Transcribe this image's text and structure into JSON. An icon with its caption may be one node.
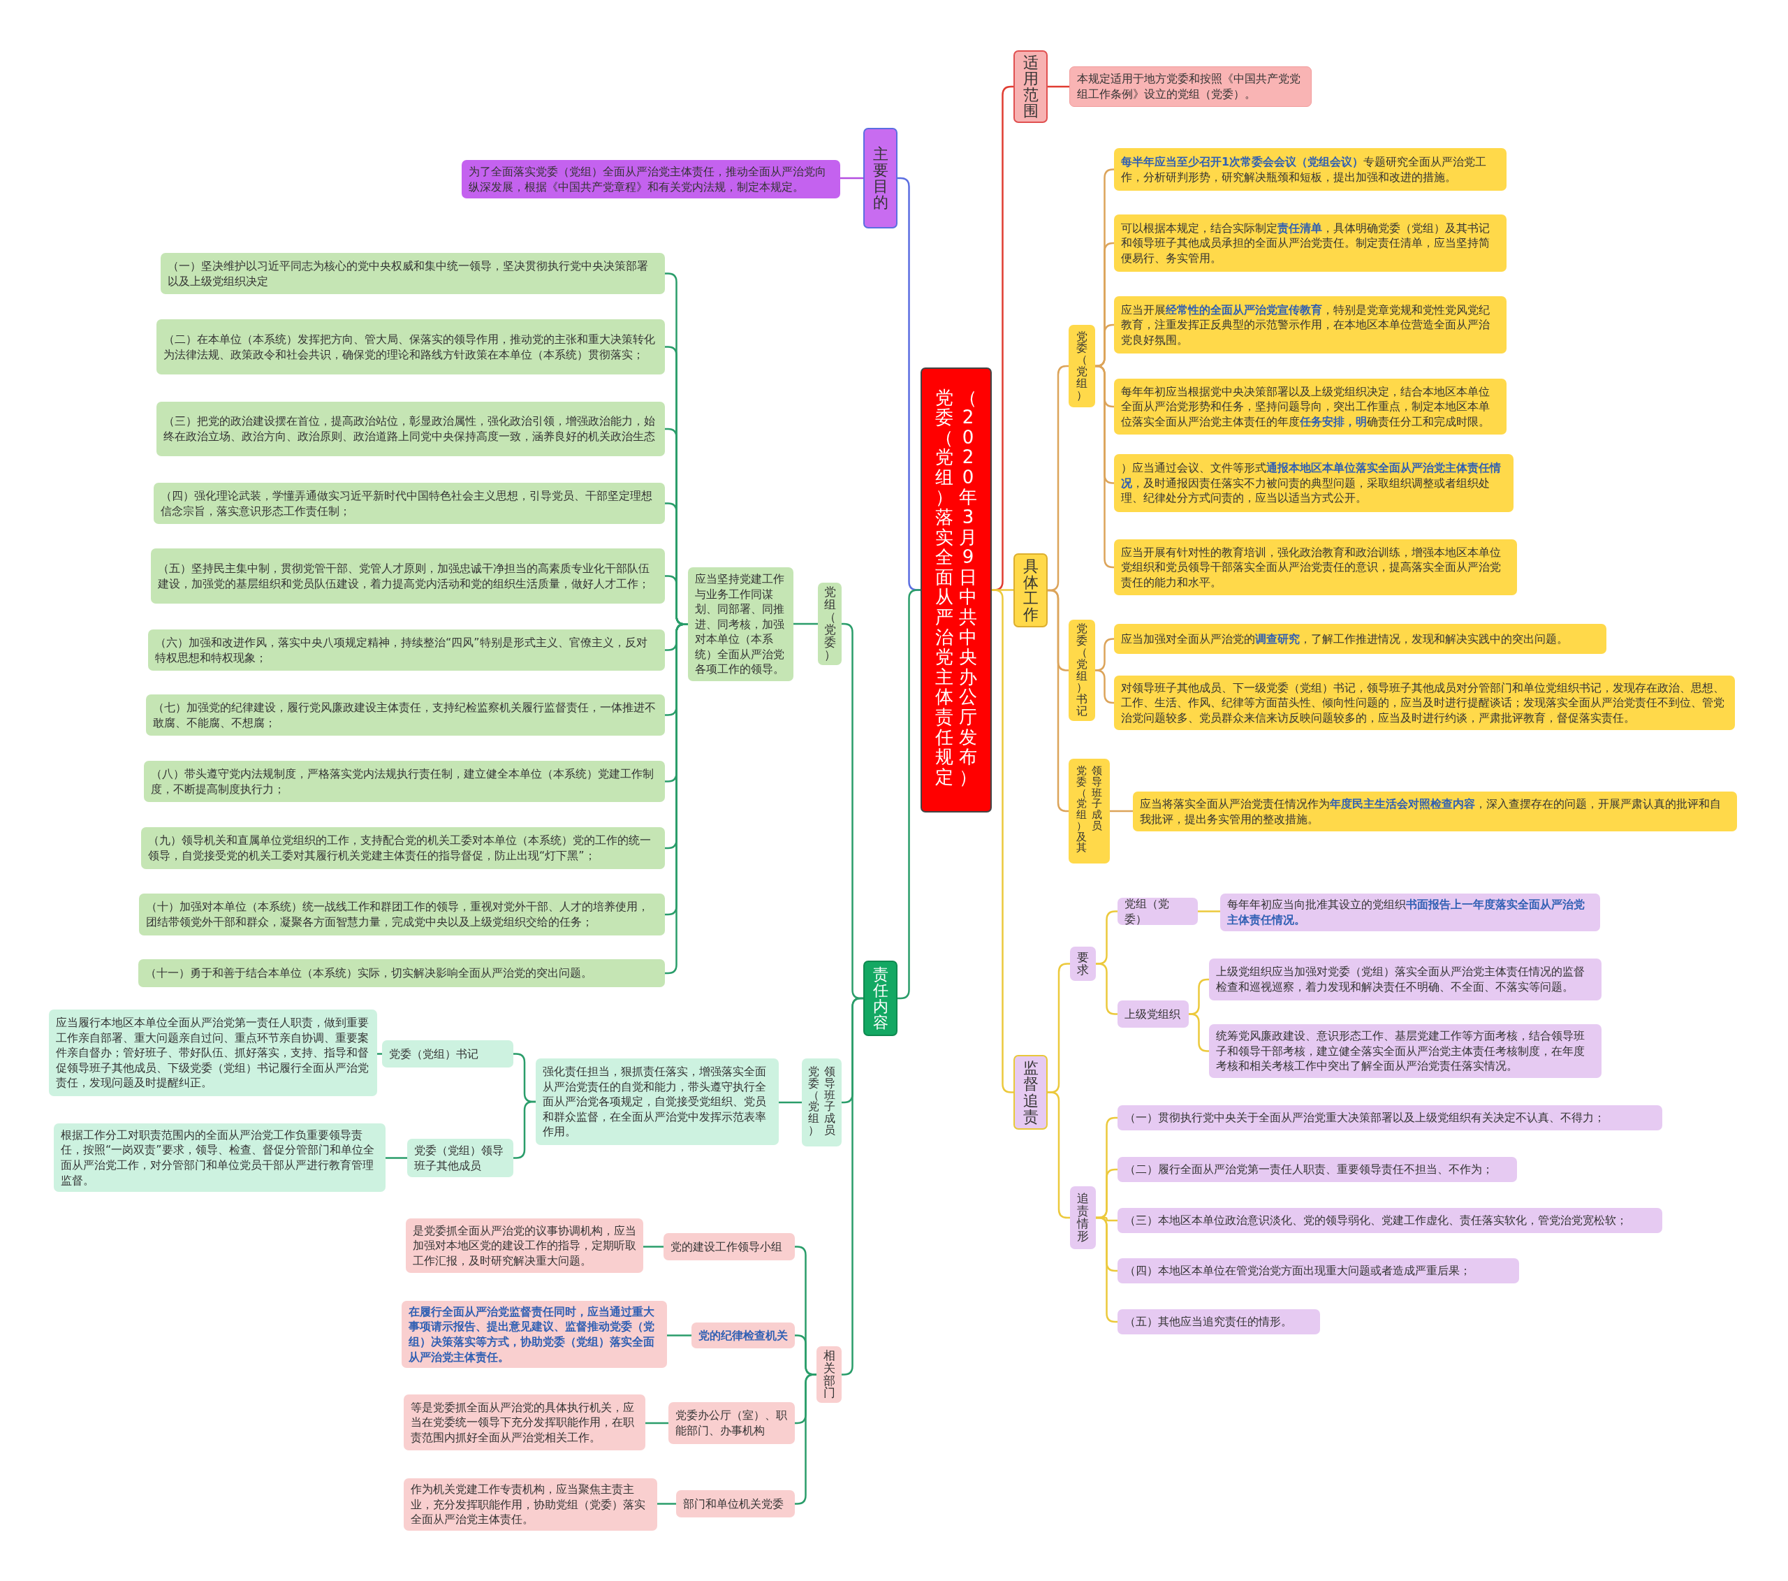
{
  "diagram": {
    "nodes": [
      {
        "text": [
          "党委（党组）落实全面从严治党主体责任规定（2020年3月9日中共中央办公厅发布）"
        ]
      },
      {
        "text": [
          "适用范围"
        ]
      },
      {
        "text": [
          "本规定适用于地方党委和按照《中国共产党党组工作条例》设立的党组（党委）。"
        ]
      },
      {
        "text": [
          "具体工作"
        ]
      },
      {
        "text": [
          "党委（党组）"
        ]
      },
      {
        "text": [
          "**每半年应当至少召开1次常委会会议（党组会议）**专题研究全面从严治党工作，分析研判形势，研究解决瓶颈和短板，提出加强和改进的措施。"
        ]
      },
      {
        "text": [
          "可以根据本规定，结合实际制定**责任清单**，具体明确党委（党组）及其书记和领导班子其他成员承担的全面从严治党责任。制定责任清单，应当坚持简便易行、务实管用。"
        ]
      },
      {
        "text": [
          "应当开展**经常性的全面从严治党宣传教育**，特别是党章党规和党性党风党纪教育，注重发挥正反典型的示范警示作用，在本地区本单位营造全面从严治党良好氛围。"
        ]
      },
      {
        "text": [
          "每年年初应当根据党中央决策部署以及上级党组织决定，结合本地区本单位全面从严治党形势和任务，坚持问题导向，突出工作重点，制定本地区本单位落实全面从严治党主体责任的年度**任务安排，明**确责任分工和完成时限。"
        ]
      },
      {
        "text": [
          "）应当通过会议、文件等形式**通报本地区本单位落实全面从严治党主体责任情况**，及时通报因责任落实不力被问责的典型问题，采取组织调整或者组织处理、纪律处分方式问责的，应当以适当方式公开。"
        ]
      },
      {
        "text": [
          "应当开展有针对性的教育培训，强化政治教育和政治训练，增强本地区本单位党组织和党员领导干部落实全面从严治党责任的意识，提高落实全面从严治党责任的能力和水平。"
        ]
      },
      {
        "text": [
          "党委（党组）书记"
        ]
      },
      {
        "text": [
          "应当加强对全面从严治党的**调查研究**，了解工作推进情况，发现和解决实践中的突出问题。"
        ]
      },
      {
        "text": [
          "对领导班子其他成员、下一级党委（党组）书记，领导班子其他成员对分管部门和单位党组织书记，发现存在政治、思想、工作、生活、作风、纪律等方面苗头性、倾向性问题的，应当及时进行提醒谈话；发现落实全面从严治党责任不到位、管党治党问题较多、党员群众来信来访反映问题较多的，应当及时进行约谈，严肃批评教育，督促落实责任。"
        ]
      },
      {
        "text": [
          "党委（党组）及其领导班子成员"
        ]
      },
      {
        "text": [
          "应当将落实全面从严治党责任情况作为**年度民主生活会对照检查内容**，深入查摆存在的问题，开展严肃认真的批评和自我批评，提出务实管用的整改措施。"
        ]
      },
      {
        "text": [
          "监督追责"
        ]
      },
      {
        "text": [
          "要求"
        ]
      },
      {
        "text": [
          "党组（党委）"
        ]
      },
      {
        "text": [
          "每年年初应当向批准其设立的党组织**书面报告上一年度落实全面从严治党主体责任情况。**"
        ]
      },
      {
        "text": [
          "上级党组织"
        ]
      },
      {
        "text": [
          "上级党组织应当加强对党委（党组）落实全面从严治党主体责任情况的监督检查和巡视巡察，着力发现和解决责任不明确、不全面、不落实等问题。"
        ]
      },
      {
        "text": [
          "统筹党风廉政建设、意识形态工作、基层党建工作等方面考核，结合领导班子和领导干部考核，建立健全落实全面从严治党主体责任考核制度，在年度考核和相关考核工作中突出了解全面从严治党责任落实情况。"
        ]
      },
      {
        "text": [
          "追责情形"
        ]
      },
      {
        "text": [
          "（一）贯彻执行党中央关于全面从严治党重大决策部署以及上级党组织有关决定不认真、不得力；"
        ]
      },
      {
        "text": [
          "（二）履行全面从严治党第一责任人职责、重要领导责任不担当、不作为；"
        ]
      },
      {
        "text": [
          "（三）本地区本单位政治意识淡化、党的领导弱化、党建工作虚化、责任落实软化，管党治党宽松软；"
        ]
      },
      {
        "text": [
          "（四）本地区本单位在管党治党方面出现重大问题或者造成严重后果；"
        ]
      },
      {
        "text": [
          "（五）其他应当追究责任的情形。"
        ]
      },
      {
        "text": [
          "主要目的"
        ]
      },
      {
        "text": [
          "为了全面落实党委（党组）全面从严治党主体责任，推动全面从严治党向纵深发展，根据《中国共产党章程》和有关党内法规，制定本规定。"
        ]
      },
      {
        "text": [
          "责任内容"
        ]
      },
      {
        "text": [
          "党组（党委）"
        ]
      },
      {
        "text": [
          "应当坚持党建工作与业务工作同谋划、同部署、同推进、同考核，加强对本单位（本系统）全面从严治党各项工作的领导。"
        ]
      },
      {
        "text": [
          "（一）坚决维护以习近平同志为核心的党中央权威和集中统一领导，坚决贯彻执行党中央决策部署以及上级党组织决定"
        ]
      },
      {
        "text": [
          "（二）在本单位（本系统）发挥把方向、管大局、保落实的领导作用，推动党的主张和重大决策转化为法律法规、政策政令和社会共识，确保党的理论和路线方针政策在本单位（本系统）贯彻落实；"
        ]
      },
      {
        "text": [
          "（三）把党的政治建设摆在首位，提高政治站位，彰显政治属性，强化政治引领，增强政治能力，始终在政治立场、政治方向、政治原则、政治道路上同党中央保持高度一致，涵养良好的机关政治生态"
        ]
      },
      {
        "text": [
          "（四）强化理论武装，学懂弄通做实习近平新时代中国特色社会主义思想，引导党员、干部坚定理想信念宗旨，落实意识形态工作责任制；"
        ]
      },
      {
        "text": [
          "（五）坚持民主集中制，贯彻党管干部、党管人才原则，加强忠诚干净担当的高素质专业化干部队伍建设，加强党的基层组织和党员队伍建设，着力提高党内活动和党的组织生活质量，做好人才工作；"
        ]
      },
      {
        "text": [
          "（六）加强和改进作风，落实中央八项规定精神，持续整治“四风”特别是形式主义、官僚主义，反对特权思想和特权现象；"
        ]
      },
      {
        "text": [
          "（七）加强党的纪律建设，履行党风廉政建设主体责任，支持纪检监察机关履行监督责任，一体推进不敢腐、不能腐、不想腐；"
        ]
      },
      {
        "text": [
          "（八）带头遵守党内法规制度，严格落实党内法规执行责任制，建立健全本单位（本系统）党建工作制度，不断提高制度执行力；"
        ]
      },
      {
        "text": [
          "（九）领导机关和直属单位党组织的工作，支持配合党的机关工委对本单位（本系统）党的工作的统一领导，自觉接受党的机关工委对其履行机关党建主体责任的指导督促，防止出现“灯下黑”；"
        ]
      },
      {
        "text": [
          "（十）加强对本单位（本系统）统一战线工作和群团工作的领导，重视对党外干部、人才的培养使用，团结带领党外干部和群众，凝聚各方面智慧力量，完成党中央以及上级党组织交给的任务；"
        ]
      },
      {
        "text": [
          "（十一）勇于和善于结合本单位（本系统）实际，切实解决影响全面从严治党的突出问题。"
        ]
      },
      {
        "text": [
          "党委（党组）领导班子成员"
        ]
      },
      {
        "text": [
          "强化责任担当，狠抓责任落实，增强落实全面从严治党责任的自觉和能力，带头遵守执行全面从严治党各项规定，自觉接受党组织、党员和群众监督，在全面从严治党中发挥示范表率作用。"
        ]
      },
      {
        "text": [
          "党委（党组）书记"
        ]
      },
      {
        "text": [
          "应当履行本地区本单位全面从严治党第一责任人职责，做到重要工作亲自部署、重大问题亲自过问、重点环节亲自协调、重要案件亲自督办；管好班子、带好队伍、抓好落实，支持、指导和督促领导班子其他成员、下级党委（党组）书记履行全面从严治党责任，发现问题及时提醒纠正。"
        ]
      },
      {
        "text": [
          "党委（党组）领导班子其他成员"
        ]
      },
      {
        "text": [
          "根据工作分工对职责范围内的全面从严治党工作负重要领导责任，按照“一岗双责”要求，领导、检查、督促分管部门和单位全面从严治党工作，对分管部门和单位党员干部从严进行教育管理监督。"
        ]
      },
      {
        "text": [
          "相关部门"
        ]
      },
      {
        "text": [
          "党的建设工作领导小组"
        ]
      },
      {
        "text": [
          "是党委抓全面从严治党的议事协调机构，应当加强对本地区党的建设工作的指导，定期听取工作汇报，及时研究解决重大问题。"
        ]
      },
      {
        "text": [
          "党的纪律检查机关"
        ]
      },
      {
        "text": [
          "在履行全面从严治党监督责任同时，应当通过重大事项请示报告、提出意见建议、监督推动党委（党组）决策落实等方式，协助党委（党组）落实全面从严治党主体责任。"
        ]
      },
      {
        "text": [
          "党委办公厅（室）、职能部门、办事机构"
        ]
      },
      {
        "text": [
          "等是党委抓全面从严治党的具体执行机关，应当在党委统一领导下充分发挥职能作用，在职责范围内抓好全面从严治党相关工作。"
        ]
      },
      {
        "text": [
          "部门和单位机关党委"
        ]
      },
      {
        "text": [
          "作为机关党建工作专责机构，应当聚焦主责主业，充分发挥职能作用，协助党组（党委）落实全面从严治党主体责任。"
        ]
      }
    ],
    "edges": [
      {
        "from": 0,
        "to": 1,
        "arrow": "none",
        "color": "#e03c31"
      },
      {
        "from": 1,
        "to": 2,
        "arrow": "none",
        "color": "#e03c31"
      },
      {
        "from": 0,
        "to": 3,
        "arrow": "none",
        "color": "#ecc93c"
      },
      {
        "from": 3,
        "to": 4,
        "arrow": "none",
        "color": "#dca45a"
      },
      {
        "from": 4,
        "to": 5,
        "arrow": "none",
        "color": "#dca45a"
      },
      {
        "from": 4,
        "to": 6,
        "arrow": "none",
        "color": "#dca45a"
      },
      {
        "from": 4,
        "to": 7,
        "arrow": "none",
        "color": "#dca45a"
      },
      {
        "from": 4,
        "to": 8,
        "arrow": "none",
        "color": "#dca45a"
      },
      {
        "from": 4,
        "to": 9,
        "arrow": "none",
        "color": "#dca45a"
      },
      {
        "from": 4,
        "to": 10,
        "arrow": "none",
        "color": "#dca45a"
      },
      {
        "from": 3,
        "to": 11,
        "arrow": "none",
        "color": "#dca45a"
      },
      {
        "from": 11,
        "to": 12,
        "arrow": "none",
        "color": "#dca45a"
      },
      {
        "from": 11,
        "to": 13,
        "arrow": "none",
        "color": "#dca45a"
      },
      {
        "from": 3,
        "to": 14,
        "arrow": "none",
        "color": "#dca45a"
      },
      {
        "from": 14,
        "to": 15,
        "arrow": "none",
        "color": "#dca45a"
      },
      {
        "from": 0,
        "to": 16,
        "arrow": "none",
        "color": "#ecc93c"
      },
      {
        "from": 16,
        "to": 17,
        "arrow": "none",
        "color": "#ecc93c"
      },
      {
        "from": 17,
        "to": 18,
        "arrow": "none",
        "color": "#ecc93c"
      },
      {
        "from": 18,
        "to": 19,
        "arrow": "none",
        "color": "#ecc93c"
      },
      {
        "from": 17,
        "to": 20,
        "arrow": "none",
        "color": "#ecc93c"
      },
      {
        "from": 20,
        "to": 21,
        "arrow": "none",
        "color": "#ecc93c"
      },
      {
        "from": 20,
        "to": 22,
        "arrow": "none",
        "color": "#ecc93c"
      },
      {
        "from": 16,
        "to": 23,
        "arrow": "none",
        "color": "#ecc93c"
      },
      {
        "from": 23,
        "to": 24,
        "arrow": "none",
        "color": "#ecc93c"
      },
      {
        "from": 23,
        "to": 25,
        "arrow": "none",
        "color": "#ecc93c"
      },
      {
        "from": 23,
        "to": 26,
        "arrow": "none",
        "color": "#ecc93c"
      },
      {
        "from": 23,
        "to": 27,
        "arrow": "none",
        "color": "#ecc93c"
      },
      {
        "from": 23,
        "to": 28,
        "arrow": "none",
        "color": "#ecc93c"
      },
      {
        "from": 0,
        "to": 29,
        "arrow": "none",
        "color": "#5b6ee1"
      },
      {
        "from": 29,
        "to": 30,
        "arrow": "none",
        "color": "#b44fe0"
      },
      {
        "from": 0,
        "to": 31,
        "arrow": "none"
      },
      {
        "from": 31,
        "to": 32,
        "arrow": "none"
      },
      {
        "from": 32,
        "to": 33,
        "arrow": "none"
      },
      {
        "from": 33,
        "to": 34,
        "arrow": "none"
      },
      {
        "from": 33,
        "to": 35,
        "arrow": "none"
      },
      {
        "from": 33,
        "to": 36,
        "arrow": "none"
      },
      {
        "from": 33,
        "to": 37,
        "arrow": "none"
      },
      {
        "from": 33,
        "to": 38,
        "arrow": "none"
      },
      {
        "from": 33,
        "to": 39,
        "arrow": "none"
      },
      {
        "from": 33,
        "to": 40,
        "arrow": "none"
      },
      {
        "from": 33,
        "to": 41,
        "arrow": "none"
      },
      {
        "from": 33,
        "to": 42,
        "arrow": "none"
      },
      {
        "from": 33,
        "to": 43,
        "arrow": "none"
      },
      {
        "from": 33,
        "to": 44,
        "arrow": "none"
      },
      {
        "from": 31,
        "to": 45,
        "arrow": "none"
      },
      {
        "from": 45,
        "to": 46,
        "arrow": "none"
      },
      {
        "from": 46,
        "to": 47,
        "arrow": "none"
      },
      {
        "from": 47,
        "to": 48,
        "arrow": "none"
      },
      {
        "from": 46,
        "to": 49,
        "arrow": "none"
      },
      {
        "from": 49,
        "to": 50,
        "arrow": "none"
      },
      {
        "from": 31,
        "to": 51,
        "arrow": "none"
      },
      {
        "from": 51,
        "to": 52,
        "arrow": "none"
      },
      {
        "from": 52,
        "to": 53,
        "arrow": "none"
      },
      {
        "from": 51,
        "to": 54,
        "arrow": "none"
      },
      {
        "from": 54,
        "to": 55,
        "arrow": "none"
      },
      {
        "from": 51,
        "to": 56,
        "arrow": "none"
      },
      {
        "from": 56,
        "to": 57,
        "arrow": "none"
      },
      {
        "from": 51,
        "to": 58,
        "arrow": "none"
      },
      {
        "from": 58,
        "to": 59,
        "arrow": "none"
      }
    ]
  }
}
